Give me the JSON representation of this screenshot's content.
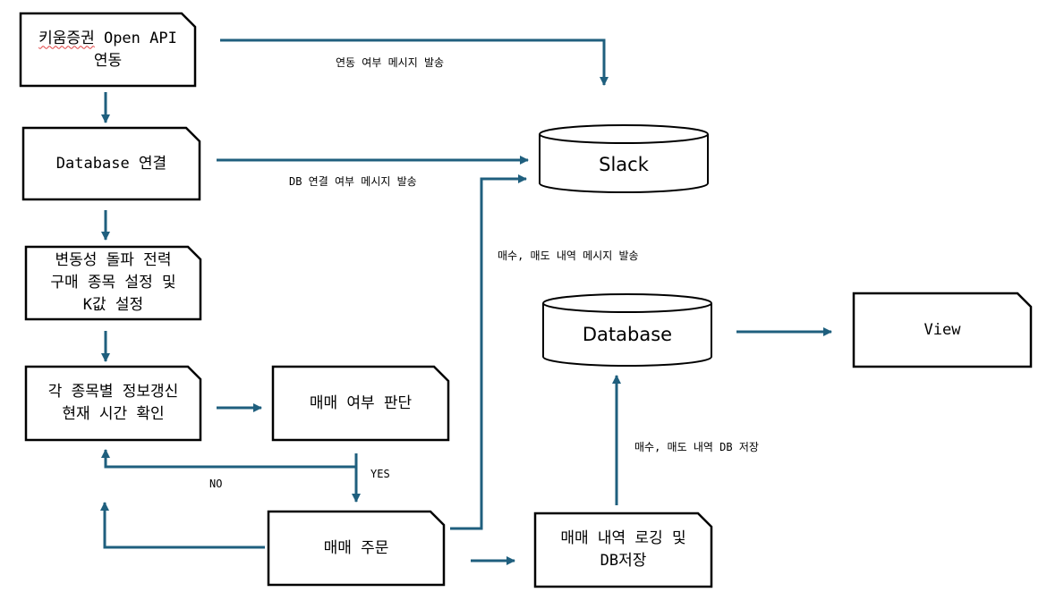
{
  "colors": {
    "arrow": "#1f5f7e",
    "border": "#000000"
  },
  "nodes": {
    "kiwoom_prefix": "키움증권",
    "kiwoom_rest": " Open API\n연동",
    "db_connect": "Database 연결",
    "volatility": "변동성 돌파 전력\n구매 종목 설정 및\nK값 설정",
    "stock_update": "각 종목별 정보갱신\n현재 시간 확인",
    "trade_decision": "매매 여부 판단",
    "order": "매매 주문",
    "logging": "매매 내역 로깅 및\nDB저장",
    "slack": "Slack",
    "database": "Database",
    "view": "View"
  },
  "edges": {
    "api_msg": "연동 여부 메시지 발송",
    "db_msg": "DB 연결 여부 메시지 발송",
    "trade_msg": "매수, 매도 내역 메시지 발송",
    "db_store": "매수, 매도 내역 DB 저장",
    "yes": "YES",
    "no": "NO"
  }
}
